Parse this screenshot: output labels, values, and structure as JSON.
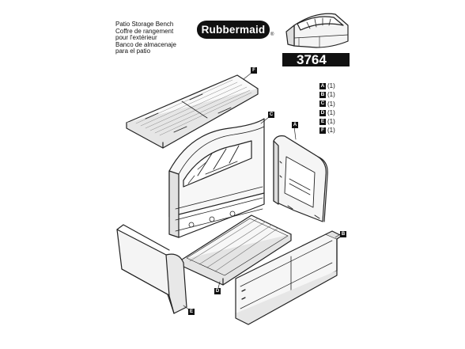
{
  "title_lines": [
    "Patio Storage Bench",
    "Coffre de rangement",
    "pour l'extérieur",
    "Banco de almacenaje",
    "para el patio"
  ],
  "brand": "Rubbermaid",
  "registered": "®",
  "model": "3764",
  "parts": [
    {
      "letter": "A",
      "qty": "(1)"
    },
    {
      "letter": "B",
      "qty": "(1)"
    },
    {
      "letter": "C",
      "qty": "(1)"
    },
    {
      "letter": "D",
      "qty": "(1)"
    },
    {
      "letter": "E",
      "qty": "(1)"
    },
    {
      "letter": "F",
      "qty": "(1)"
    }
  ],
  "callouts": {
    "a": "A",
    "b": "B",
    "c": "C",
    "d": "D",
    "e": "E",
    "f": "F"
  }
}
